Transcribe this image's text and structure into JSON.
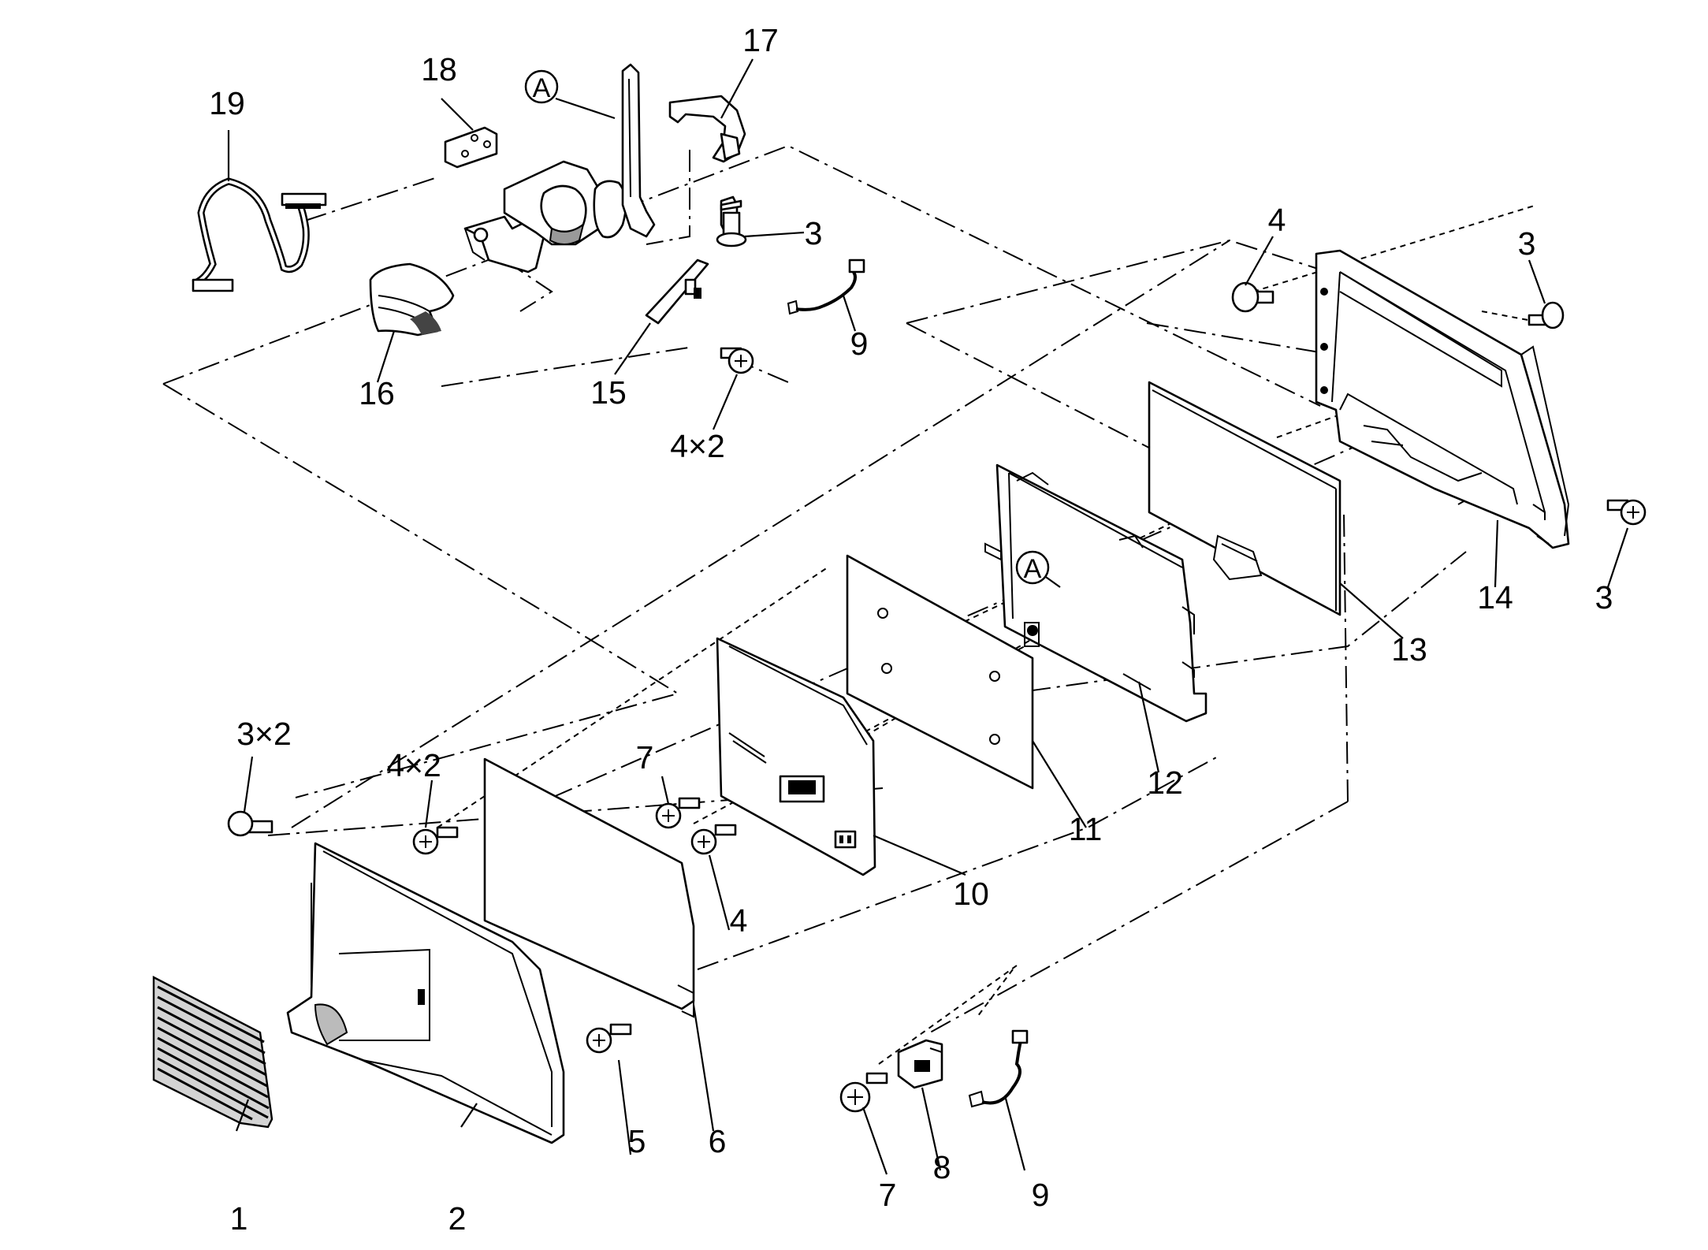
{
  "callouts": {
    "c1": "1",
    "c2": "2",
    "c3a": "3",
    "c3b": "3",
    "c3c": "3",
    "c3x2": "3×2",
    "c4a": "4",
    "c4b": "4",
    "c4x2a": "4×2",
    "c4x2b": "4×2",
    "c5": "5",
    "c6": "6",
    "c7a": "7",
    "c7b": "7",
    "c8": "8",
    "c9a": "9",
    "c9b": "9",
    "c10": "10",
    "c11": "11",
    "c12": "12",
    "c13": "13",
    "c14": "14",
    "c15": "15",
    "c16": "16",
    "c17": "17",
    "c18": "18",
    "c19": "19"
  },
  "references": {
    "a_top": "A",
    "a_mid": "A"
  }
}
